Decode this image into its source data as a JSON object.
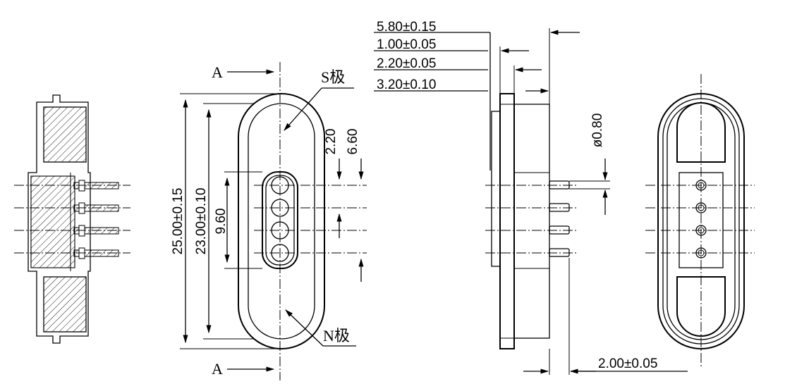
{
  "labels": {
    "section_top": "A",
    "section_bottom": "A",
    "pole_s": "S极",
    "pole_n": "N极"
  },
  "dimensions": {
    "overall_length": "25.00±0.15",
    "inner_length": "23.00±0.10",
    "pin_span": "9.60",
    "pin_offset_a": "2.20",
    "pin_offset_b": "6.60",
    "depth_1": "5.80±0.15",
    "depth_2": "1.00±0.05",
    "depth_3": "2.20±0.05",
    "depth_4": "3.20±0.10",
    "pin_diameter": "ø0.80",
    "pin_length": "2.00±0.05"
  }
}
